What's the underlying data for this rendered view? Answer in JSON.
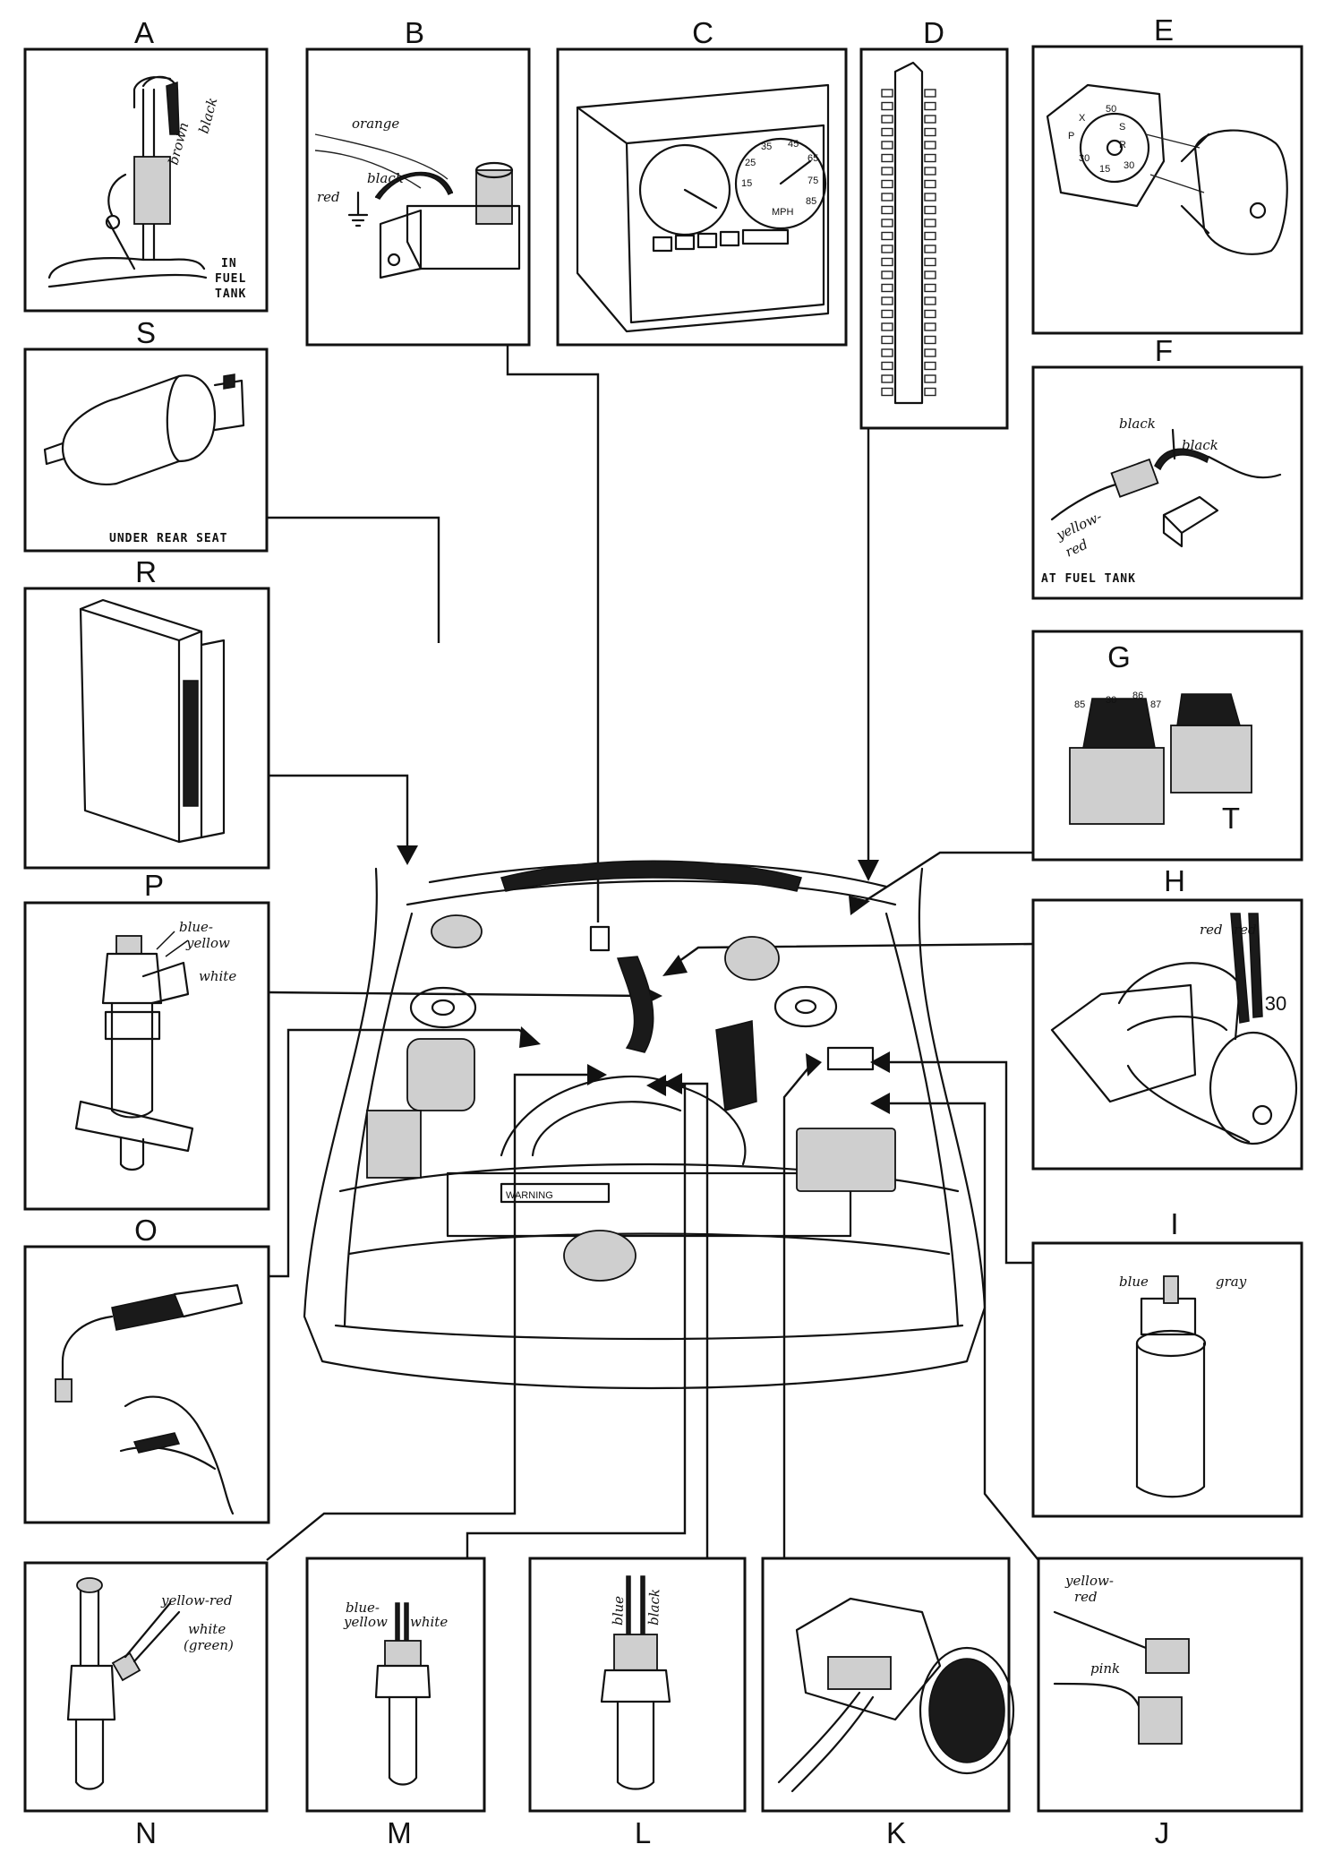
{
  "panels": {
    "A": {
      "letter": "A",
      "wires": [
        "brown",
        "black"
      ],
      "caption": [
        "IN",
        "FUEL",
        "TANK"
      ]
    },
    "B": {
      "letter": "B",
      "wires": [
        "orange",
        "black",
        "red"
      ]
    },
    "C": {
      "letter": "C",
      "gauge": [
        "35",
        "45",
        "25",
        "65",
        "15",
        "75",
        "85",
        "MPH"
      ]
    },
    "D": {
      "letter": "D"
    },
    "E": {
      "letter": "E",
      "pins": [
        "X",
        "50",
        "P",
        "S",
        "R",
        "30",
        "15",
        "30"
      ]
    },
    "F": {
      "letter": "F",
      "wires": [
        "black",
        "black",
        "yellow-",
        "red"
      ],
      "caption": "AT FUEL TANK"
    },
    "G": {
      "letter": "G",
      "pins": [
        "85",
        "30",
        "86",
        "87"
      ]
    },
    "T": {
      "letter": "T"
    },
    "H": {
      "letter": "H",
      "wires": [
        "red",
        "red"
      ],
      "terminal": "30"
    },
    "I": {
      "letter": "I",
      "wires": [
        "blue",
        "gray"
      ]
    },
    "J": {
      "letter": "J",
      "wires": [
        "yellow-",
        "red",
        "pink"
      ]
    },
    "K": {
      "letter": "K"
    },
    "L": {
      "letter": "L",
      "wires": [
        "blue",
        "black"
      ]
    },
    "M": {
      "letter": "M",
      "wires": [
        "blue-",
        "yellow",
        "white"
      ]
    },
    "N": {
      "letter": "N",
      "wires": [
        "yellow-red",
        "white",
        "(green)"
      ]
    },
    "O": {
      "letter": "O"
    },
    "P": {
      "letter": "P",
      "wires": [
        "blue-",
        "yellow",
        "white"
      ]
    },
    "R": {
      "letter": "R"
    },
    "S": {
      "letter": "S",
      "caption": "UNDER REAR SEAT"
    }
  },
  "engine_bay": {
    "warning_label": "WARNING"
  },
  "colors": {
    "ink": "#111111",
    "paper": "#ffffff"
  }
}
